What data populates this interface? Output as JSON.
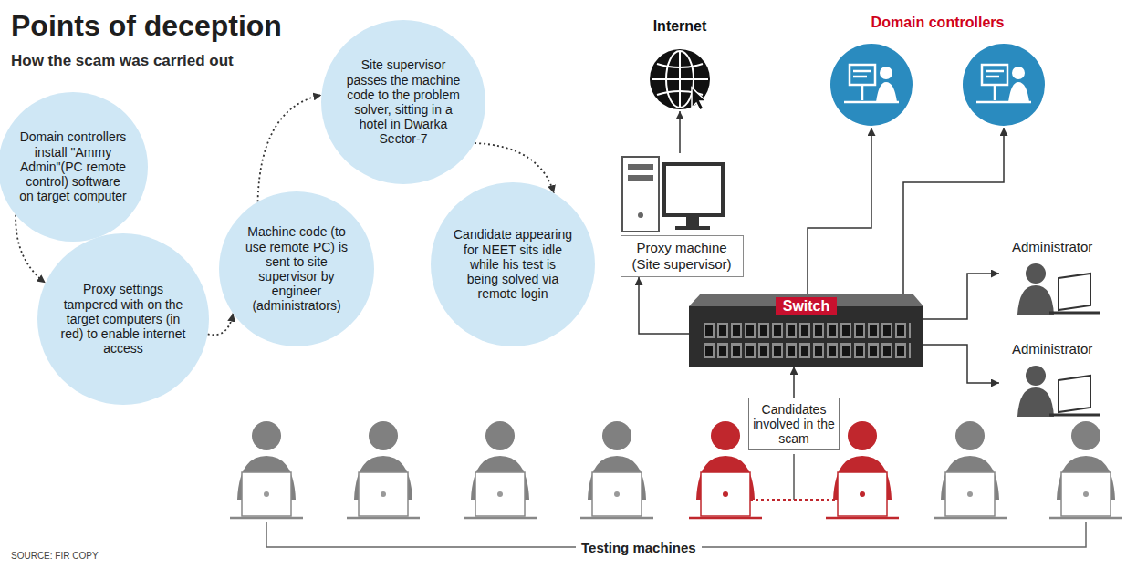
{
  "diagram": {
    "title": "Points of deception",
    "nodes": [
      {
        "text": [
          "Domain controllers install \"Ammy Admin\"(PC remote control) software on target computer"
        ]
      },
      {
        "text": [
          "Proxy settings tampered with on the target computers (in red) to enable internet access"
        ]
      },
      {
        "text": [
          "Machine code (to use remote PC) is sent to site supervisor by engineer (administrators)"
        ]
      },
      {
        "text": [
          "Site supervisor passes the machine code to the problem solver, sitting in a hotel in Dwarka Sector-7"
        ]
      },
      {
        "text": [
          "Candidate appearing for NEET sits idle while his test is being solved via remote login"
        ]
      },
      {
        "text": [
          "Internet"
        ]
      },
      {
        "text": [
          "Proxy machine (Site supervisor)"
        ]
      },
      {
        "text": [
          "Switch"
        ]
      },
      {
        "text": [
          "Domain controllers"
        ]
      },
      {
        "text": [
          "Administrator"
        ]
      },
      {
        "text": [
          "Administrator"
        ]
      },
      {
        "text": [
          "Candidates involved in the scam"
        ]
      }
    ],
    "edges": [
      {
        "from": 0,
        "to": 1,
        "arrow": "to"
      },
      {
        "from": 1,
        "to": 2,
        "arrow": "to"
      },
      {
        "from": 2,
        "to": 3,
        "arrow": "to"
      },
      {
        "from": 3,
        "to": 4,
        "arrow": "to"
      },
      {
        "from": 6,
        "to": 5,
        "arrow": "to"
      },
      {
        "from": 7,
        "to": 6,
        "arrow": "to"
      },
      {
        "from": 7,
        "to": 8,
        "arrow": "to"
      },
      {
        "from": 7,
        "to": 8,
        "arrow": "to"
      },
      {
        "from": 7,
        "to": 9,
        "arrow": "to"
      },
      {
        "from": 7,
        "to": 10,
        "arrow": "to"
      },
      {
        "from": 11,
        "to": 7,
        "arrow": "to"
      }
    ],
    "labels": [
      "How the scam was carried out",
      "Testing machines",
      "SOURCE: FIR COPY"
    ]
  }
}
